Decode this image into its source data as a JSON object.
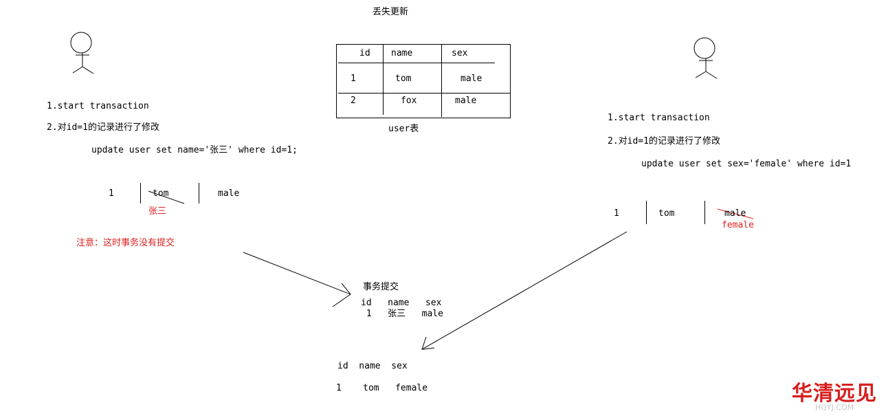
{
  "title": "丢失更新",
  "user_table": {
    "caption": "user表",
    "headers": [
      "id",
      "name",
      "sex"
    ],
    "rows": [
      [
        "1",
        "tom",
        "male"
      ],
      [
        "2",
        "fox",
        "male"
      ]
    ]
  },
  "left_transaction": {
    "step1": "1.start transaction",
    "step2": "2.对id=1的记录进行了修改",
    "sql": "update user set name='张三' where id=1;",
    "row": {
      "id": "1",
      "name": "tom",
      "sex": "male"
    },
    "new_value": "张三",
    "note": "注意：这时事务没有提交"
  },
  "right_transaction": {
    "step1": "1.start transaction",
    "step2": "2.对id=1的记录进行了修改",
    "sql": "update user set sex='female' where id=1",
    "row": {
      "id": "1",
      "name": "tom",
      "sex": "male"
    },
    "new_value": "female"
  },
  "commit_result": {
    "label": "事务提交",
    "header": "id   name   sex",
    "row": " 1   张三   male"
  },
  "final_result": {
    "header": "id  name  sex",
    "row": "1    tom   female"
  },
  "watermark": {
    "main": "华清远见",
    "sub": "HQYJ.COM"
  },
  "colors": {
    "annotation": "#e02020",
    "logo": "#d81e1e"
  }
}
